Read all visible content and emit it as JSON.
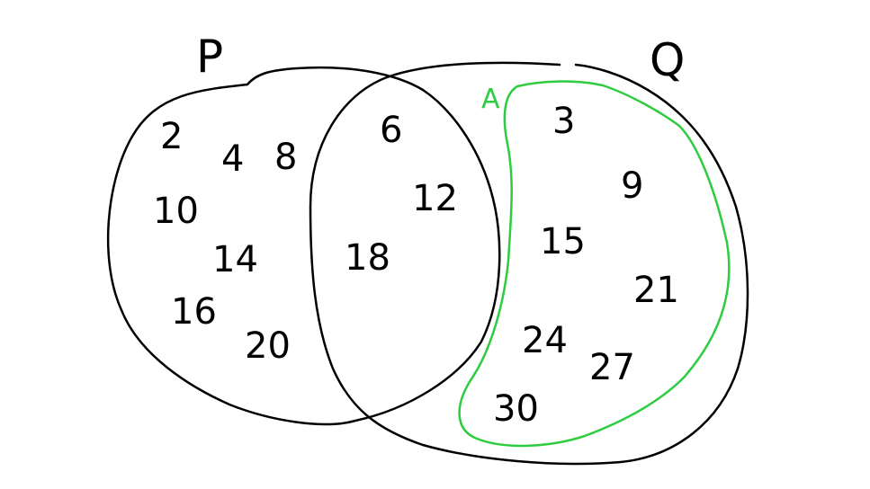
{
  "colors": {
    "background": "#ffffff",
    "ink": "#000000",
    "subset_ink": "#2ecc40"
  },
  "sets": {
    "p_label": "P",
    "q_label": "Q",
    "a_label": "A"
  },
  "elements": {
    "p_only": [
      "2",
      "4",
      "8",
      "10",
      "14",
      "16",
      "20"
    ],
    "p_and_q": [
      "6",
      "12",
      "18"
    ],
    "subset_a": [
      "3",
      "9",
      "15",
      "21",
      "24",
      "27",
      "30"
    ]
  }
}
